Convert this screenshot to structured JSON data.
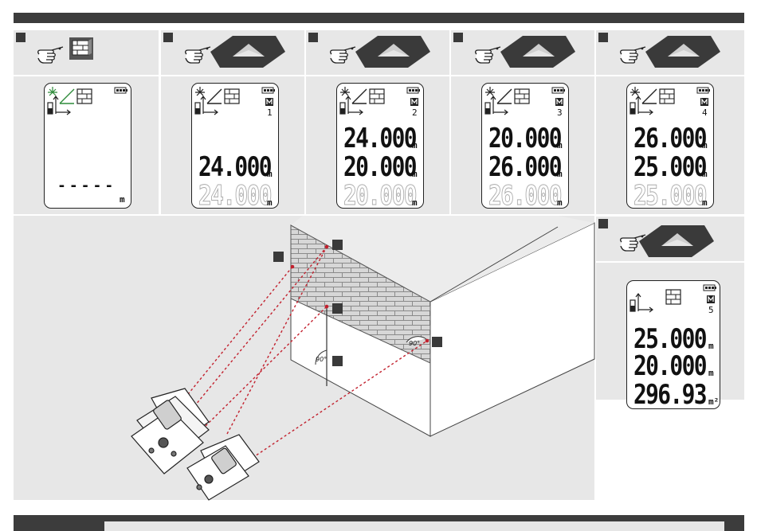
{
  "colors": {
    "panel": "#e7e7e7",
    "dark": "#3a3a3a",
    "laser": "#c2212e",
    "accent_green": "#2e8b3a",
    "brick": "#cfcfcf"
  },
  "icons": {
    "press": "finger-press-icon",
    "area_mode": "area-mode-icon",
    "measure_key": "measure-key-icon",
    "battery": "battery-icon",
    "memory": "memory-m-icon",
    "laser": "laser-on-icon",
    "slope": "slope-icon",
    "wall": "wall-icon"
  },
  "steps": [
    {
      "display": {
        "memory_index": "",
        "line1": "",
        "line2": "",
        "line3": "-----",
        "u1": "",
        "u2": "",
        "u3": "m"
      }
    },
    {
      "display": {
        "memory_index": "1",
        "line1": "",
        "line2": "24.000",
        "line3": "24.000",
        "u1": "",
        "u2": "m",
        "u3": "m"
      }
    },
    {
      "display": {
        "memory_index": "2",
        "line1": "24.000",
        "line2": "20.000",
        "line3": "20.000",
        "u1": "m",
        "u2": "m",
        "u3": "m"
      }
    },
    {
      "display": {
        "memory_index": "3",
        "line1": "20.000",
        "line2": "26.000",
        "line3": "26.000",
        "u1": "m",
        "u2": "m",
        "u3": "m"
      }
    },
    {
      "display": {
        "memory_index": "4",
        "line1": "26.000",
        "line2": "25.000",
        "line3": "25.000",
        "u1": "m",
        "u2": "m",
        "u3": "m"
      }
    }
  ],
  "final_step": {
    "display": {
      "memory_index": "5",
      "line1": "25.000",
      "line2": "20.000",
      "line3": "296.93",
      "u1": "m",
      "u2": "m",
      "u3": "m²"
    }
  },
  "scene": {
    "angle_left": "90°",
    "angle_right": "90°"
  }
}
